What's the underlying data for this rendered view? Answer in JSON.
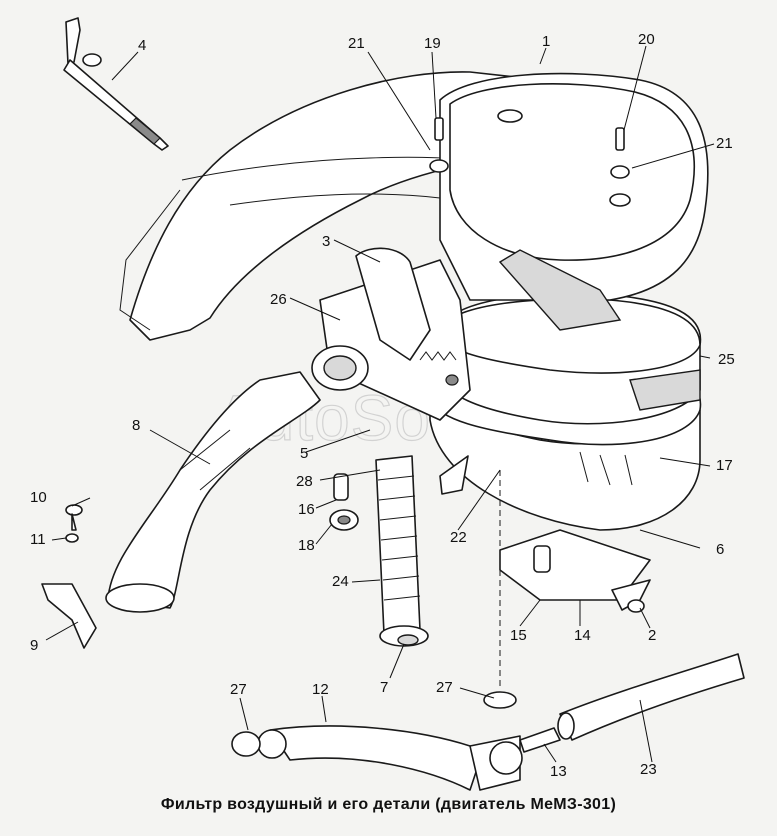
{
  "caption": "Фильтр воздушный и его детали (двигатель МеМЗ-301)",
  "watermark": "AutoSoft",
  "callouts": [
    {
      "id": "c-1",
      "label": "1"
    },
    {
      "id": "c-2",
      "label": "2"
    },
    {
      "id": "c-3",
      "label": "3"
    },
    {
      "id": "c-4",
      "label": "4"
    },
    {
      "id": "c-5",
      "label": "5"
    },
    {
      "id": "c-6",
      "label": "6"
    },
    {
      "id": "c-7",
      "label": "7"
    },
    {
      "id": "c-8",
      "label": "8"
    },
    {
      "id": "c-9",
      "label": "9"
    },
    {
      "id": "c-10",
      "label": "10"
    },
    {
      "id": "c-11",
      "label": "11"
    },
    {
      "id": "c-12",
      "label": "12"
    },
    {
      "id": "c-13",
      "label": "13"
    },
    {
      "id": "c-14",
      "label": "14"
    },
    {
      "id": "c-15",
      "label": "15"
    },
    {
      "id": "c-16",
      "label": "16"
    },
    {
      "id": "c-17",
      "label": "17"
    },
    {
      "id": "c-18",
      "label": "18"
    },
    {
      "id": "c-19",
      "label": "19"
    },
    {
      "id": "c-20",
      "label": "20"
    },
    {
      "id": "c-21a",
      "label": "21"
    },
    {
      "id": "c-21b",
      "label": "21"
    },
    {
      "id": "c-22",
      "label": "22"
    },
    {
      "id": "c-23",
      "label": "23"
    },
    {
      "id": "c-24",
      "label": "24"
    },
    {
      "id": "c-25",
      "label": "25"
    },
    {
      "id": "c-26",
      "label": "26"
    },
    {
      "id": "c-27a",
      "label": "27"
    },
    {
      "id": "c-27b",
      "label": "27"
    },
    {
      "id": "c-28",
      "label": "28"
    }
  ]
}
